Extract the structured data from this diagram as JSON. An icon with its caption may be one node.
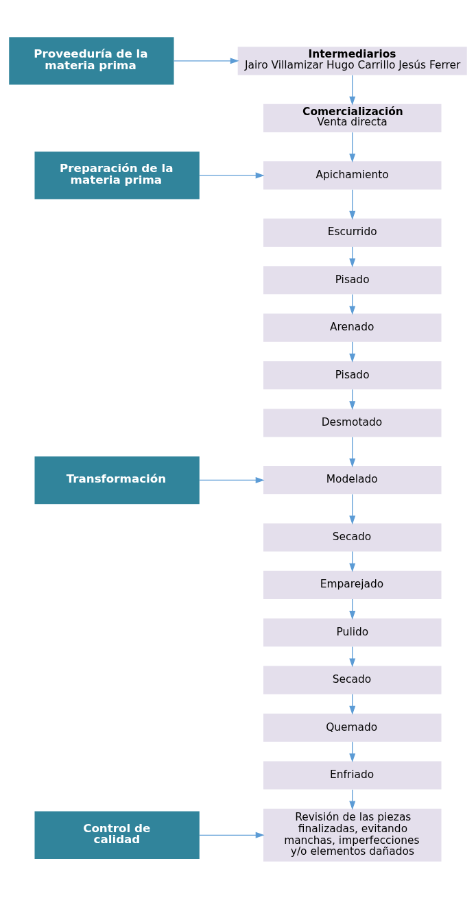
{
  "diagram": {
    "nodes": [
      {
        "text": [
          "Proveeduría de la materia prima"
        ]
      },
      {
        "text": [
          "Intermediarios",
          "Jairo Villamizar Hugo Carrillo Jesús Ferrer"
        ]
      },
      {
        "text": [
          "Comercialización",
          "Venta directa"
        ]
      },
      {
        "text": [
          "Preparación de la materia prima"
        ]
      },
      {
        "text": [
          "Apichamiento"
        ]
      },
      {
        "text": [
          "Escurrido"
        ]
      },
      {
        "text": [
          "Pisado"
        ]
      },
      {
        "text": [
          "Arenado"
        ]
      },
      {
        "text": [
          "Pisado"
        ]
      },
      {
        "text": [
          "Desmotado"
        ]
      },
      {
        "text": [
          "Transformación"
        ]
      },
      {
        "text": [
          "Modelado"
        ]
      },
      {
        "text": [
          "Secado"
        ]
      },
      {
        "text": [
          "Emparejado"
        ]
      },
      {
        "text": [
          "Pulido"
        ]
      },
      {
        "text": [
          "Secado"
        ]
      },
      {
        "text": [
          "Quemado"
        ]
      },
      {
        "text": [
          "Enfriado"
        ]
      },
      {
        "text": [
          "Control de calidad"
        ]
      },
      {
        "text": [
          "Revisión de las piezas finalizadas, evitando manchas, imperfecciones y/o elementos dañados"
        ]
      }
    ],
    "edges": [
      {
        "from": 0,
        "to": 1,
        "arrow": "to"
      },
      {
        "from": 1,
        "to": 2,
        "arrow": "to"
      },
      {
        "from": 2,
        "to": 4,
        "arrow": "to"
      },
      {
        "from": 3,
        "to": 4,
        "arrow": "to"
      },
      {
        "from": 4,
        "to": 5,
        "arrow": "to"
      },
      {
        "from": 5,
        "to": 6,
        "arrow": "to"
      },
      {
        "from": 6,
        "to": 7,
        "arrow": "to"
      },
      {
        "from": 7,
        "to": 8,
        "arrow": "to"
      },
      {
        "from": 8,
        "to": 9,
        "arrow": "to"
      },
      {
        "from": 9,
        "to": 11,
        "arrow": "to"
      },
      {
        "from": 10,
        "to": 11,
        "arrow": "to"
      },
      {
        "from": 11,
        "to": 12,
        "arrow": "to"
      },
      {
        "from": 12,
        "to": 13,
        "arrow": "to"
      },
      {
        "from": 13,
        "to": 14,
        "arrow": "to"
      },
      {
        "from": 14,
        "to": 15,
        "arrow": "to"
      },
      {
        "from": 15,
        "to": 16,
        "arrow": "to"
      },
      {
        "from": 16,
        "to": 17,
        "arrow": "to"
      },
      {
        "from": 17,
        "to": 19,
        "arrow": "to"
      },
      {
        "from": 18,
        "to": 19,
        "arrow": "to"
      }
    ]
  }
}
